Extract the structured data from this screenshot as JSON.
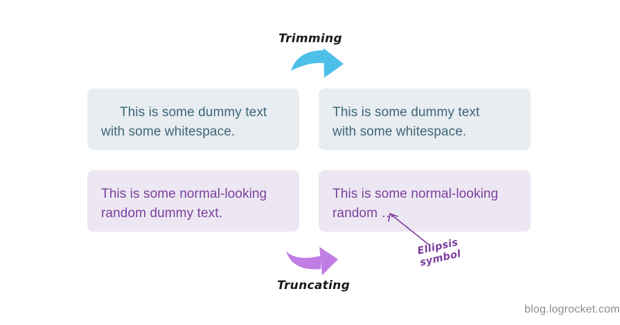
{
  "colors": {
    "background": "#ffffff",
    "trim_box_bg": "#e7edf0",
    "trim_text": "#3e6577",
    "truncate_box_bg": "#ece7f2",
    "truncate_text": "#7a3f9e",
    "trimming_arrow": "#4cc0e9",
    "truncating_arrow": "#c07de3",
    "annotation": "#7b3fa0",
    "watermark": "#8a8a8a",
    "label_text": "#1b1b1b"
  },
  "labels": {
    "trimming": "Trimming",
    "truncating": "Truncating"
  },
  "boxes": {
    "whitespace_before": {
      "line1": "     This is some dummy text",
      "line2": "with some whitespace."
    },
    "whitespace_after": {
      "line1": "This is some dummy text",
      "line2": "with some whitespace."
    },
    "truncate_before": {
      "line1": "This is some normal-looking",
      "line2": "random dummy text."
    },
    "truncate_after": {
      "line1": "This is some normal-looking",
      "line2": "random …"
    }
  },
  "annotation": {
    "line1": "Ellipsis",
    "line2": "symbol"
  },
  "icons": {
    "trimming_arrow": "curved-swoosh-arrow-right",
    "truncating_arrow": "curved-swoosh-arrow-right",
    "ellipsis_pointer": "thin-arrow-up-left"
  },
  "watermark": "blog.logrocket.com"
}
